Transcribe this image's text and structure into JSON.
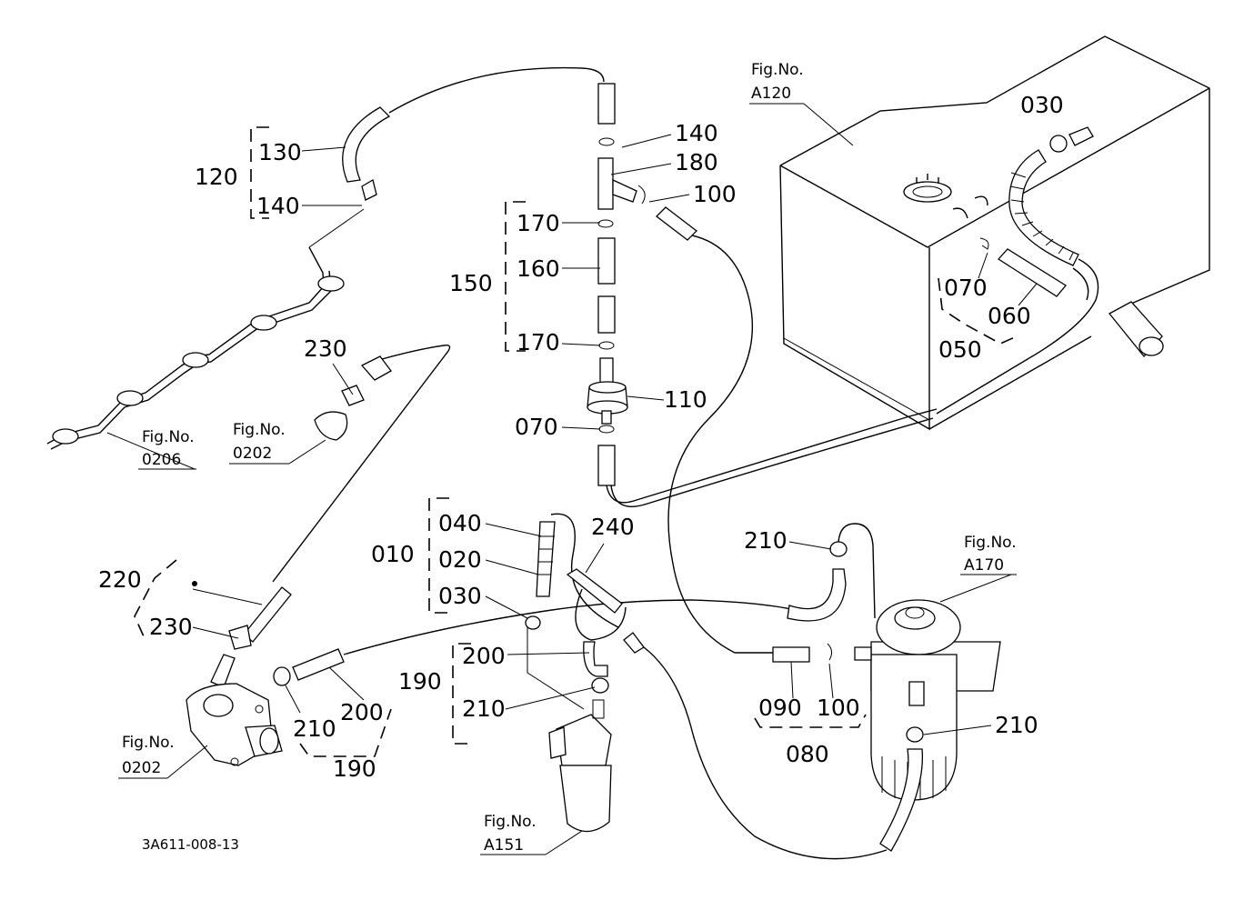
{
  "drawing_code": "3A611-008-13",
  "fig_refs": {
    "a120": {
      "label": "Fig.No.",
      "number": "A120"
    },
    "a170": {
      "label": "Fig.No.",
      "number": "A170"
    },
    "a151": {
      "label": "Fig.No.",
      "number": "A151"
    },
    "f0206": {
      "label": "Fig.No.",
      "number": "0206"
    },
    "f0202_top": {
      "label": "Fig.No.",
      "number": "0202"
    },
    "f0202_bottom": {
      "label": "Fig.No.",
      "number": "0202"
    }
  },
  "callouts": {
    "p030_tank": "030",
    "p140_top": "140",
    "p180": "180",
    "p100_tee": "100",
    "p130": "130",
    "p120": "120",
    "p140_left": "140",
    "p170_top": "170",
    "p160": "160",
    "p150": "150",
    "p170_bottom": "170",
    "p110": "110",
    "p070_mid": "070",
    "p230_top": "230",
    "p070_tank": "070",
    "p060": "060",
    "p050": "050",
    "p040": "040",
    "p020": "020",
    "p010": "010",
    "p030_left": "030",
    "p240": "240",
    "p220": "220",
    "p230_bottom": "230",
    "p200_mid": "200",
    "p190_mid": "190",
    "p210_mid": "210",
    "p210_low": "210",
    "p200_low": "200",
    "p190_low": "190",
    "p210_right_top": "210",
    "p090": "090",
    "p100_right": "100",
    "p080": "080",
    "p210_right_low": "210"
  }
}
